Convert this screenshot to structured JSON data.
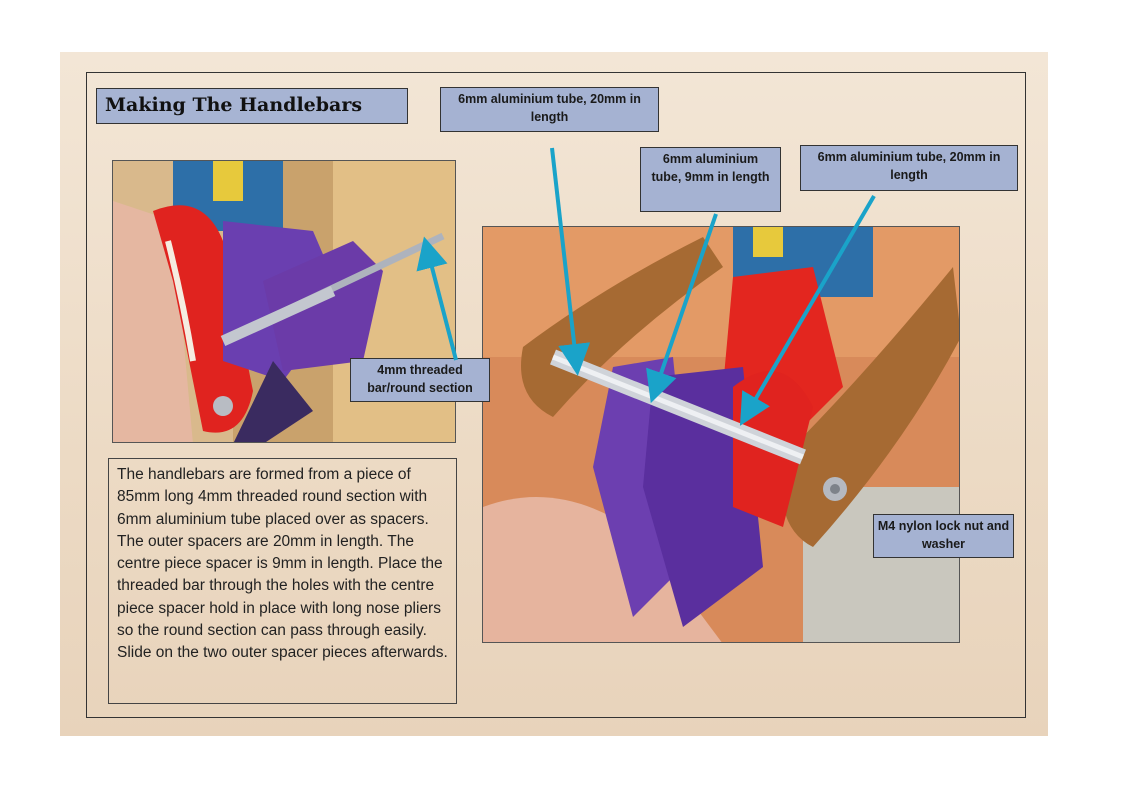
{
  "title": "Making The Handlebars",
  "labels": {
    "tube_20mm_top": "6mm aluminium tube, 20mm in length",
    "tube_9mm": "6mm aluminium tube, 9mm in length",
    "tube_20mm_right": "6mm aluminium tube, 20mm in length",
    "threaded_bar": "4mm threaded bar/round section",
    "lock_nut": "M4 nylon lock nut and washer"
  },
  "description": "The handlebars are formed from a piece of 85mm long 4mm threaded round section with 6mm aluminium tube placed over as spacers. The outer spacers are 20mm in length. The centre piece spacer is 9mm in length. Place the threaded bar through the holes with the centre piece spacer hold in place with long nose pliers so the round section can pass through easily. Slide on the two outer spacer pieces afterwards.",
  "colors": {
    "label_bg": "#a5b2d2",
    "arrow": "#1aa3c9",
    "slide_bg": "#efe1cf"
  }
}
